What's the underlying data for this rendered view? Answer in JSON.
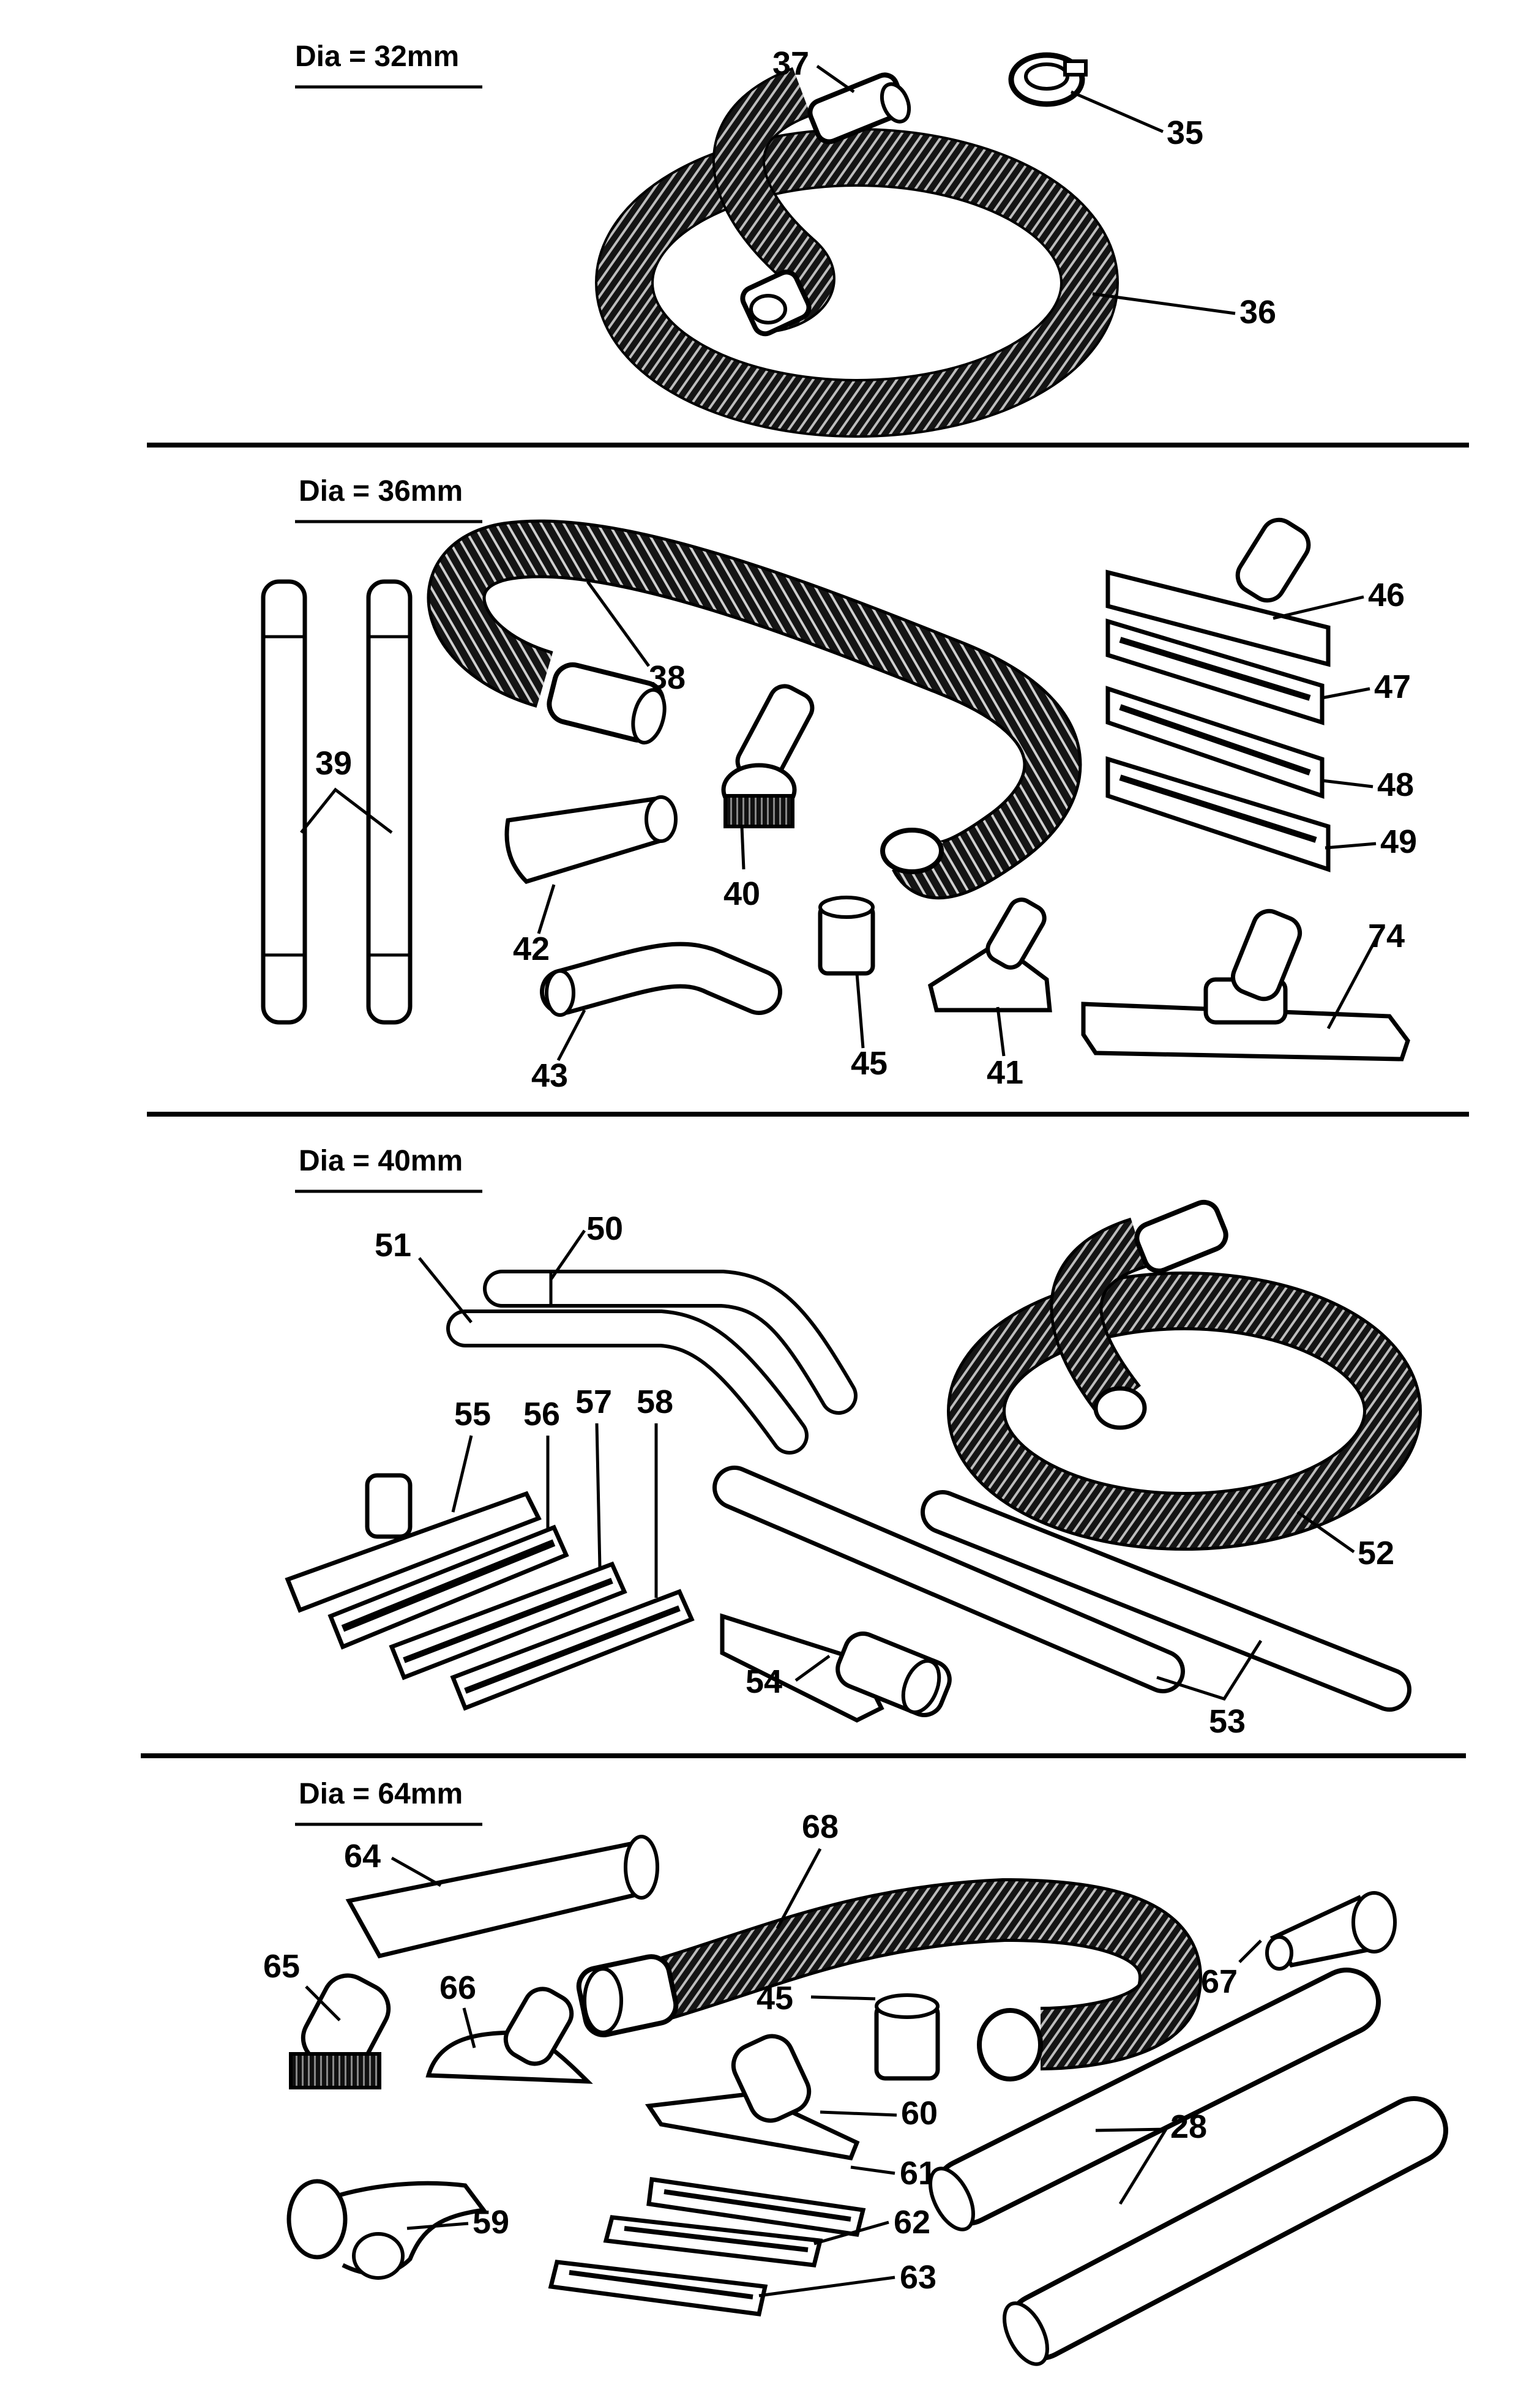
{
  "sections": [
    {
      "heading": "Dia = 32mm",
      "labels": {
        "p37": "37",
        "p35": "35",
        "p36": "36"
      }
    },
    {
      "heading": "Dia = 36mm",
      "labels": {
        "p38": "38",
        "p39": "39",
        "p40": "40",
        "p41": "41",
        "p42": "42",
        "p43": "43",
        "p45": "45",
        "p46": "46",
        "p47": "47",
        "p48": "48",
        "p49": "49",
        "p74": "74"
      }
    },
    {
      "heading": "Dia = 40mm",
      "labels": {
        "p50": "50",
        "p51": "51",
        "p52": "52",
        "p53": "53",
        "p54": "54",
        "p55": "55",
        "p56": "56",
        "p57": "57",
        "p58": "58"
      }
    },
    {
      "heading": "Dia = 64mm",
      "labels": {
        "p64": "64",
        "p65": "65",
        "p66": "66",
        "p68": "68",
        "p45": "45",
        "p67": "67",
        "p60": "60",
        "p61": "61",
        "p62": "62",
        "p63": "63",
        "p59": "59",
        "p28": "28"
      }
    }
  ],
  "colors": {
    "ink": "#000000",
    "paper": "#ffffff",
    "hose_fill": "#1a1a1a"
  }
}
